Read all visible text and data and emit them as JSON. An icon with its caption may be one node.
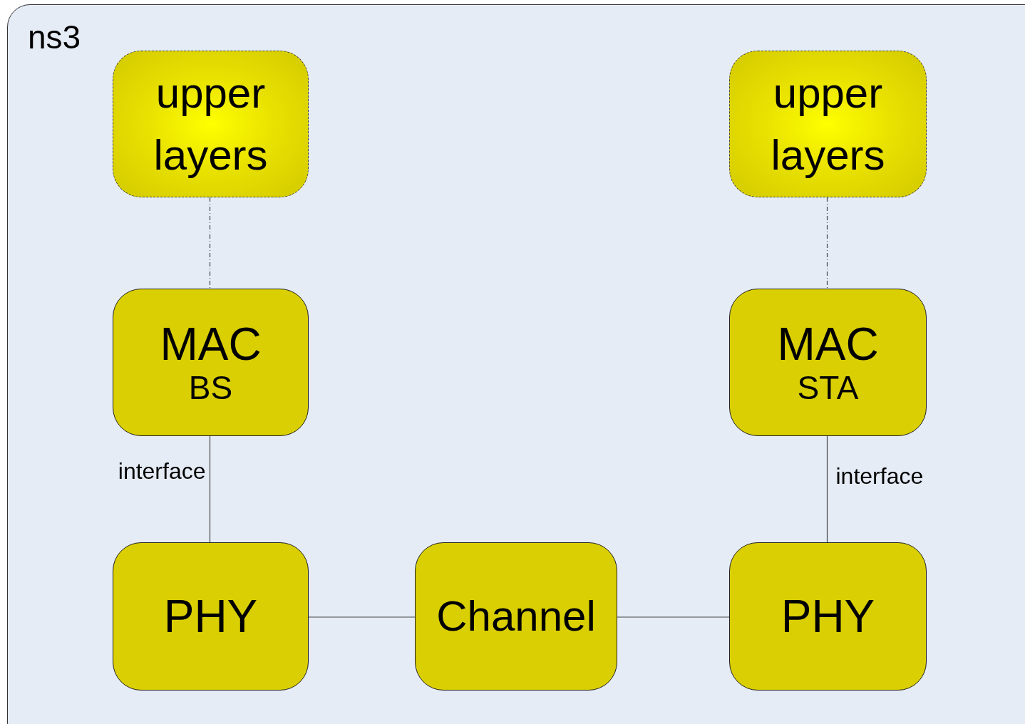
{
  "diagram": {
    "nodes": [
      {
        "text": [
          "ns3"
        ]
      },
      {
        "text": [
          "upper layers"
        ],
        "in": 0
      },
      {
        "text": [
          "upper layers"
        ],
        "in": 0
      },
      {
        "text": [
          "MAC",
          "BS"
        ],
        "in": 0
      },
      {
        "text": [
          "MAC",
          "STA"
        ],
        "in": 0
      },
      {
        "text": [
          "PHY"
        ],
        "in": 0
      },
      {
        "text": [
          "Channel"
        ],
        "in": 0
      },
      {
        "text": [
          "PHY"
        ],
        "in": 0
      }
    ],
    "edges": [
      {
        "from": 1,
        "to": 3,
        "arrow": "none",
        "style": "dashed"
      },
      {
        "from": 2,
        "to": 4,
        "arrow": "none",
        "style": "dashed"
      },
      {
        "from": 3,
        "to": 5,
        "arrow": "none",
        "label": "interface"
      },
      {
        "from": 4,
        "to": 7,
        "arrow": "none",
        "label": "interface"
      },
      {
        "from": 5,
        "to": 6,
        "arrow": "none"
      },
      {
        "from": 6,
        "to": 7,
        "arrow": "none"
      }
    ]
  }
}
